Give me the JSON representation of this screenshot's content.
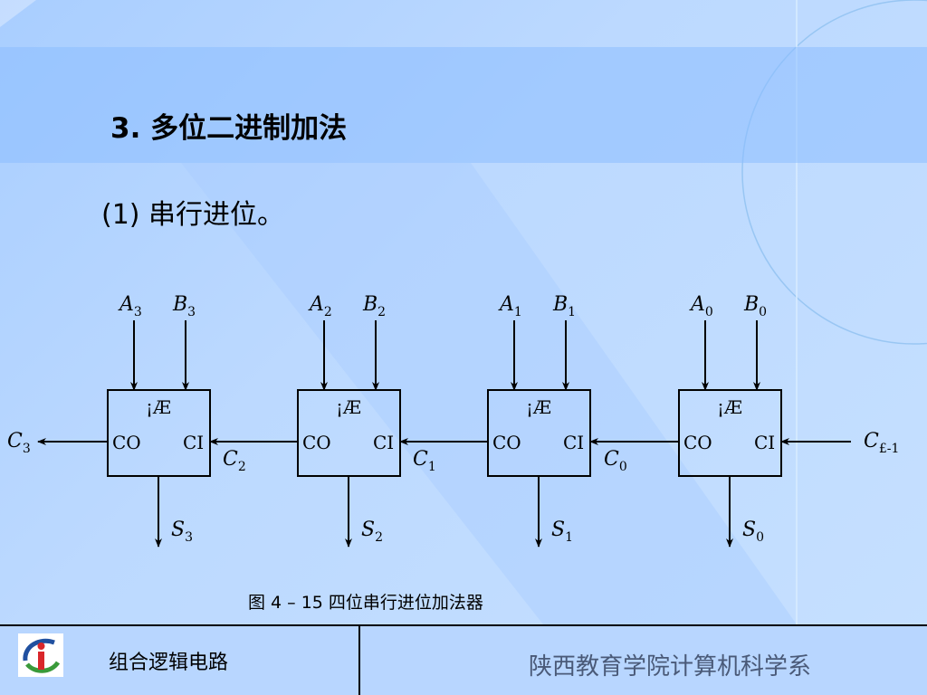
{
  "slide": {
    "title": "3.  多位二进制加法",
    "subtitle": "(1) 串行进位。",
    "caption": "图 4 – 15  四位串行进位加法器"
  },
  "adders": [
    {
      "a": "A",
      "a_sub": "3",
      "b": "B",
      "b_sub": "3",
      "s": "S",
      "s_sub": "3",
      "top_label": "¡Æ",
      "co": "CO",
      "ci": "CI"
    },
    {
      "a": "A",
      "a_sub": "2",
      "b": "B",
      "b_sub": "2",
      "s": "S",
      "s_sub": "2",
      "top_label": "¡Æ",
      "co": "CO",
      "ci": "CI"
    },
    {
      "a": "A",
      "a_sub": "1",
      "b": "B",
      "b_sub": "1",
      "s": "S",
      "s_sub": "1",
      "top_label": "¡Æ",
      "co": "CO",
      "ci": "CI"
    },
    {
      "a": "A",
      "a_sub": "0",
      "b": "B",
      "b_sub": "0",
      "s": "S",
      "s_sub": "0",
      "top_label": "¡Æ",
      "co": "CO",
      "ci": "CI"
    }
  ],
  "carries": [
    {
      "c": "C",
      "c_sub": "3"
    },
    {
      "c": "C",
      "c_sub": "2"
    },
    {
      "c": "C",
      "c_sub": "1"
    },
    {
      "c": "C",
      "c_sub": "0"
    },
    {
      "c": "C",
      "c_sub": "£-1"
    }
  ],
  "footer": {
    "left": "组合逻辑电路",
    "right": "陕西教育学院计算机科学系"
  },
  "colors": {
    "background": "#bcd9ff",
    "header_band": "#8cbeff",
    "footer_right_text": "#4a5a78",
    "logo_red": "#d9262b",
    "logo_green": "#3a9a3a",
    "logo_blue": "#2050a0"
  },
  "icons": {
    "logo": "school-logo-icon"
  }
}
